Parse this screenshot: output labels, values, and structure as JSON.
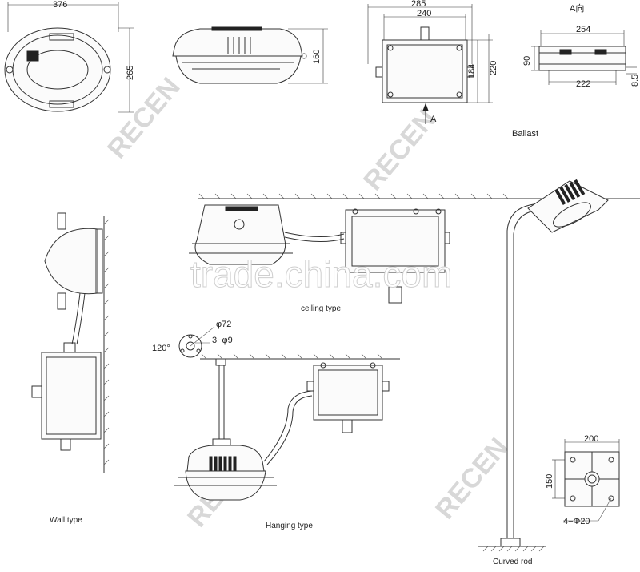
{
  "top_views": {
    "front_width": "376",
    "front_height": "265",
    "side_height": "160",
    "ballast_width_outer": "285",
    "ballast_width_inner": "240",
    "ballast_height_inner": "184",
    "ballast_height_outer": "220",
    "arrow_label": "A",
    "a_view_title": "A向",
    "a_view_width": "254",
    "a_view_height": "90",
    "a_view_bottom": "222",
    "a_view_offset": "8.5",
    "ballast_label": "Ballast"
  },
  "ceiling": {
    "label": "ceiling type"
  },
  "bracket": {
    "diameter": "φ72",
    "holes": "3−φ9",
    "angle": "120°"
  },
  "wall": {
    "label": "Wall type"
  },
  "hanging": {
    "label": "Hanging type"
  },
  "curved_rod": {
    "label": "Curved rod",
    "base_width": "200",
    "base_height": "150",
    "base_holes": "4−Φ20"
  },
  "watermarks": {
    "main": "trade.china.com",
    "brand": "RECEN"
  }
}
